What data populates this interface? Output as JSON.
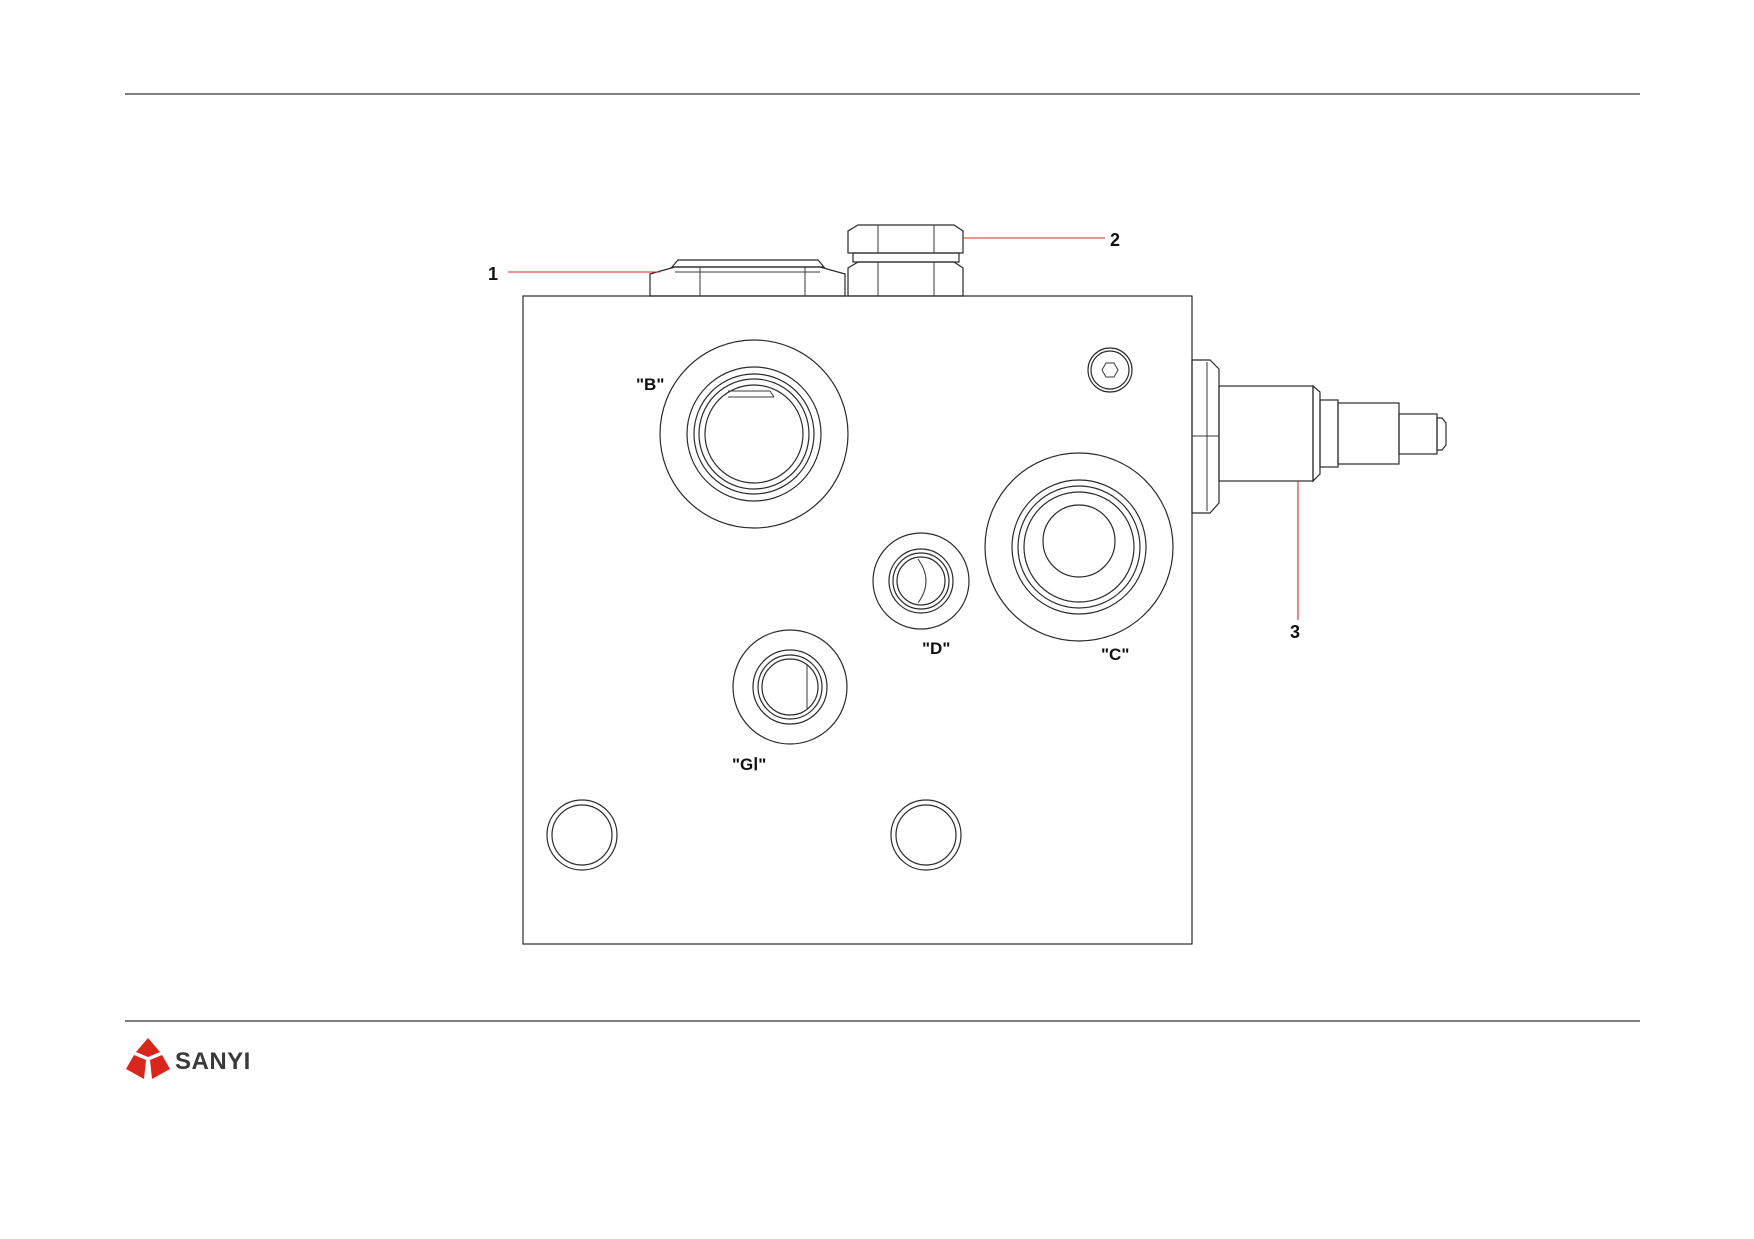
{
  "ports": {
    "b": "\"B\"",
    "c": "\"C\"",
    "d": "\"D\"",
    "g1": "\"GⅠ\""
  },
  "callouts": {
    "c1": "1",
    "c2": "2",
    "c3": "3"
  },
  "brand": {
    "name": "SANYI",
    "logo_color": "#d9261c",
    "text_color": "#3a3a3a"
  },
  "colors": {
    "leader_line": "#d22a2a"
  }
}
